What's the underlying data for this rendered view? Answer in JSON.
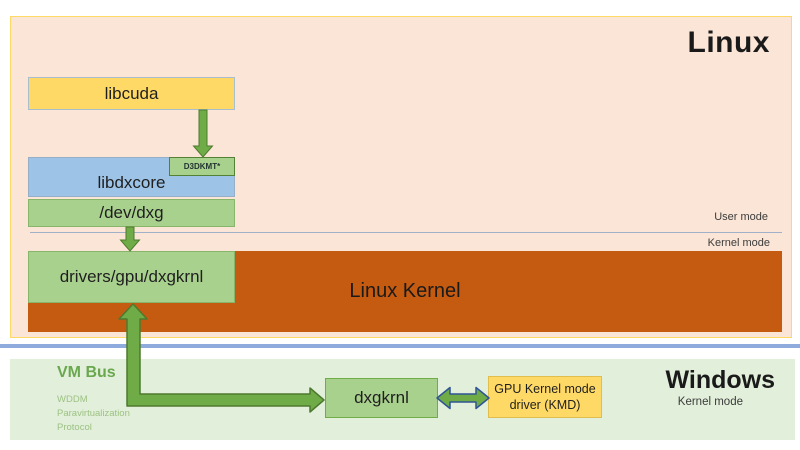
{
  "diagram": {
    "linux": {
      "title": "Linux",
      "user_mode_label": "User mode",
      "kernel_mode_label": "Kernel mode",
      "boxes": {
        "libcuda": "libcuda",
        "d3dkmt": "D3DKMT*",
        "libdxcore": "libdxcore",
        "dev_dxg": "/dev/dxg",
        "drivers": "drivers/gpu/dxgkrnl",
        "kernel": "Linux Kernel"
      }
    },
    "windows": {
      "title": "Windows",
      "kernel_mode_label": "Kernel mode",
      "vm_bus": {
        "title": "VM Bus",
        "lines": [
          "WDDM",
          "Paravirtualization",
          "Protocol"
        ]
      },
      "boxes": {
        "dxgkrnl": "dxgkrnl",
        "kmd_line1": "GPU Kernel mode",
        "kmd_line2": "driver (KMD)"
      }
    },
    "colors": {
      "linux_bg": "#FBE5D6",
      "linux_border": "#FFD966",
      "yellow_box": "#FFD966",
      "blue_box": "#9DC3E6",
      "green_box": "#A9D18E",
      "green_box_border": "#70AD47",
      "linux_kernel_bg": "#C55A11",
      "windows_bg": "#E2EFDA",
      "arrow_fill": "#6FAC47",
      "arrow_outline": "#4E7A2E",
      "kmd_arrow_outline": "#2F5496",
      "vmbus_blue": "#4472C4",
      "vmbus_blue_light": "#8FAADC",
      "vmbus_text": "#6AA84F"
    }
  }
}
